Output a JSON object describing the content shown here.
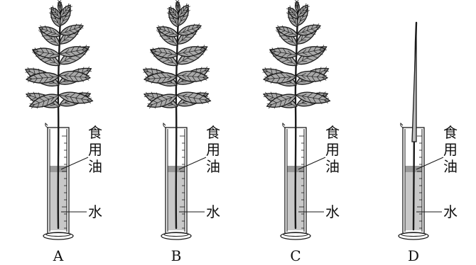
{
  "labels": {
    "oil_chars": [
      "食",
      "用",
      "油"
    ],
    "water": "水"
  },
  "setups": [
    {
      "letter": "A",
      "specimen": "leafy-branch"
    },
    {
      "letter": "B",
      "specimen": "leafy-branch"
    },
    {
      "letter": "C",
      "specimen": "leafy-branch"
    },
    {
      "letter": "D",
      "specimen": "bare-stem"
    }
  ]
}
